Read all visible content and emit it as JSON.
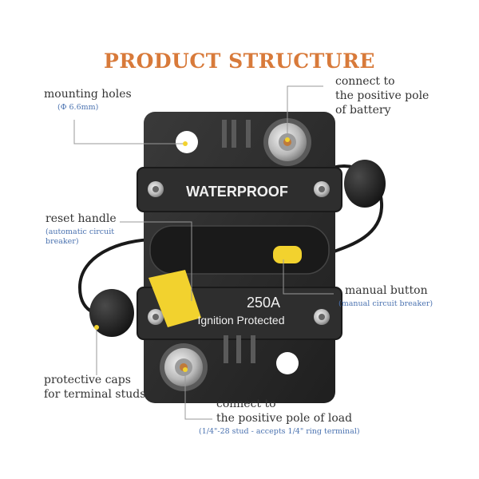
{
  "title": "PRODUCT STRUCTURE",
  "device": {
    "waterproof": "WATERPROOF",
    "rating": "250A",
    "protected": "Ignition Protected"
  },
  "labels": {
    "mounting_holes": {
      "title": "mounting holes",
      "sub": "(Φ 6.6mm)"
    },
    "battery_pole": {
      "line1": "connect to",
      "line2": "the positive pole",
      "line3": "of battery"
    },
    "reset_handle": {
      "title": "reset handle",
      "sub1": "(automatic circuit",
      "sub2": "breaker)"
    },
    "manual_button": {
      "title": "manual button",
      "sub": "(manual circuit breaker)"
    },
    "protective_caps": {
      "line1": "protective caps",
      "line2": "for terminal studs"
    },
    "load_pole": {
      "line1": "connect to",
      "line2": "the positive pole of load",
      "sub": "(1/4\"-28 stud - accepts 1/4\" ring terminal)"
    }
  },
  "colors": {
    "title": "#d87a3a",
    "annotation_sub": "#4a72b0",
    "body": "#2b2b2b",
    "accent_yellow": "#f2d22e"
  }
}
